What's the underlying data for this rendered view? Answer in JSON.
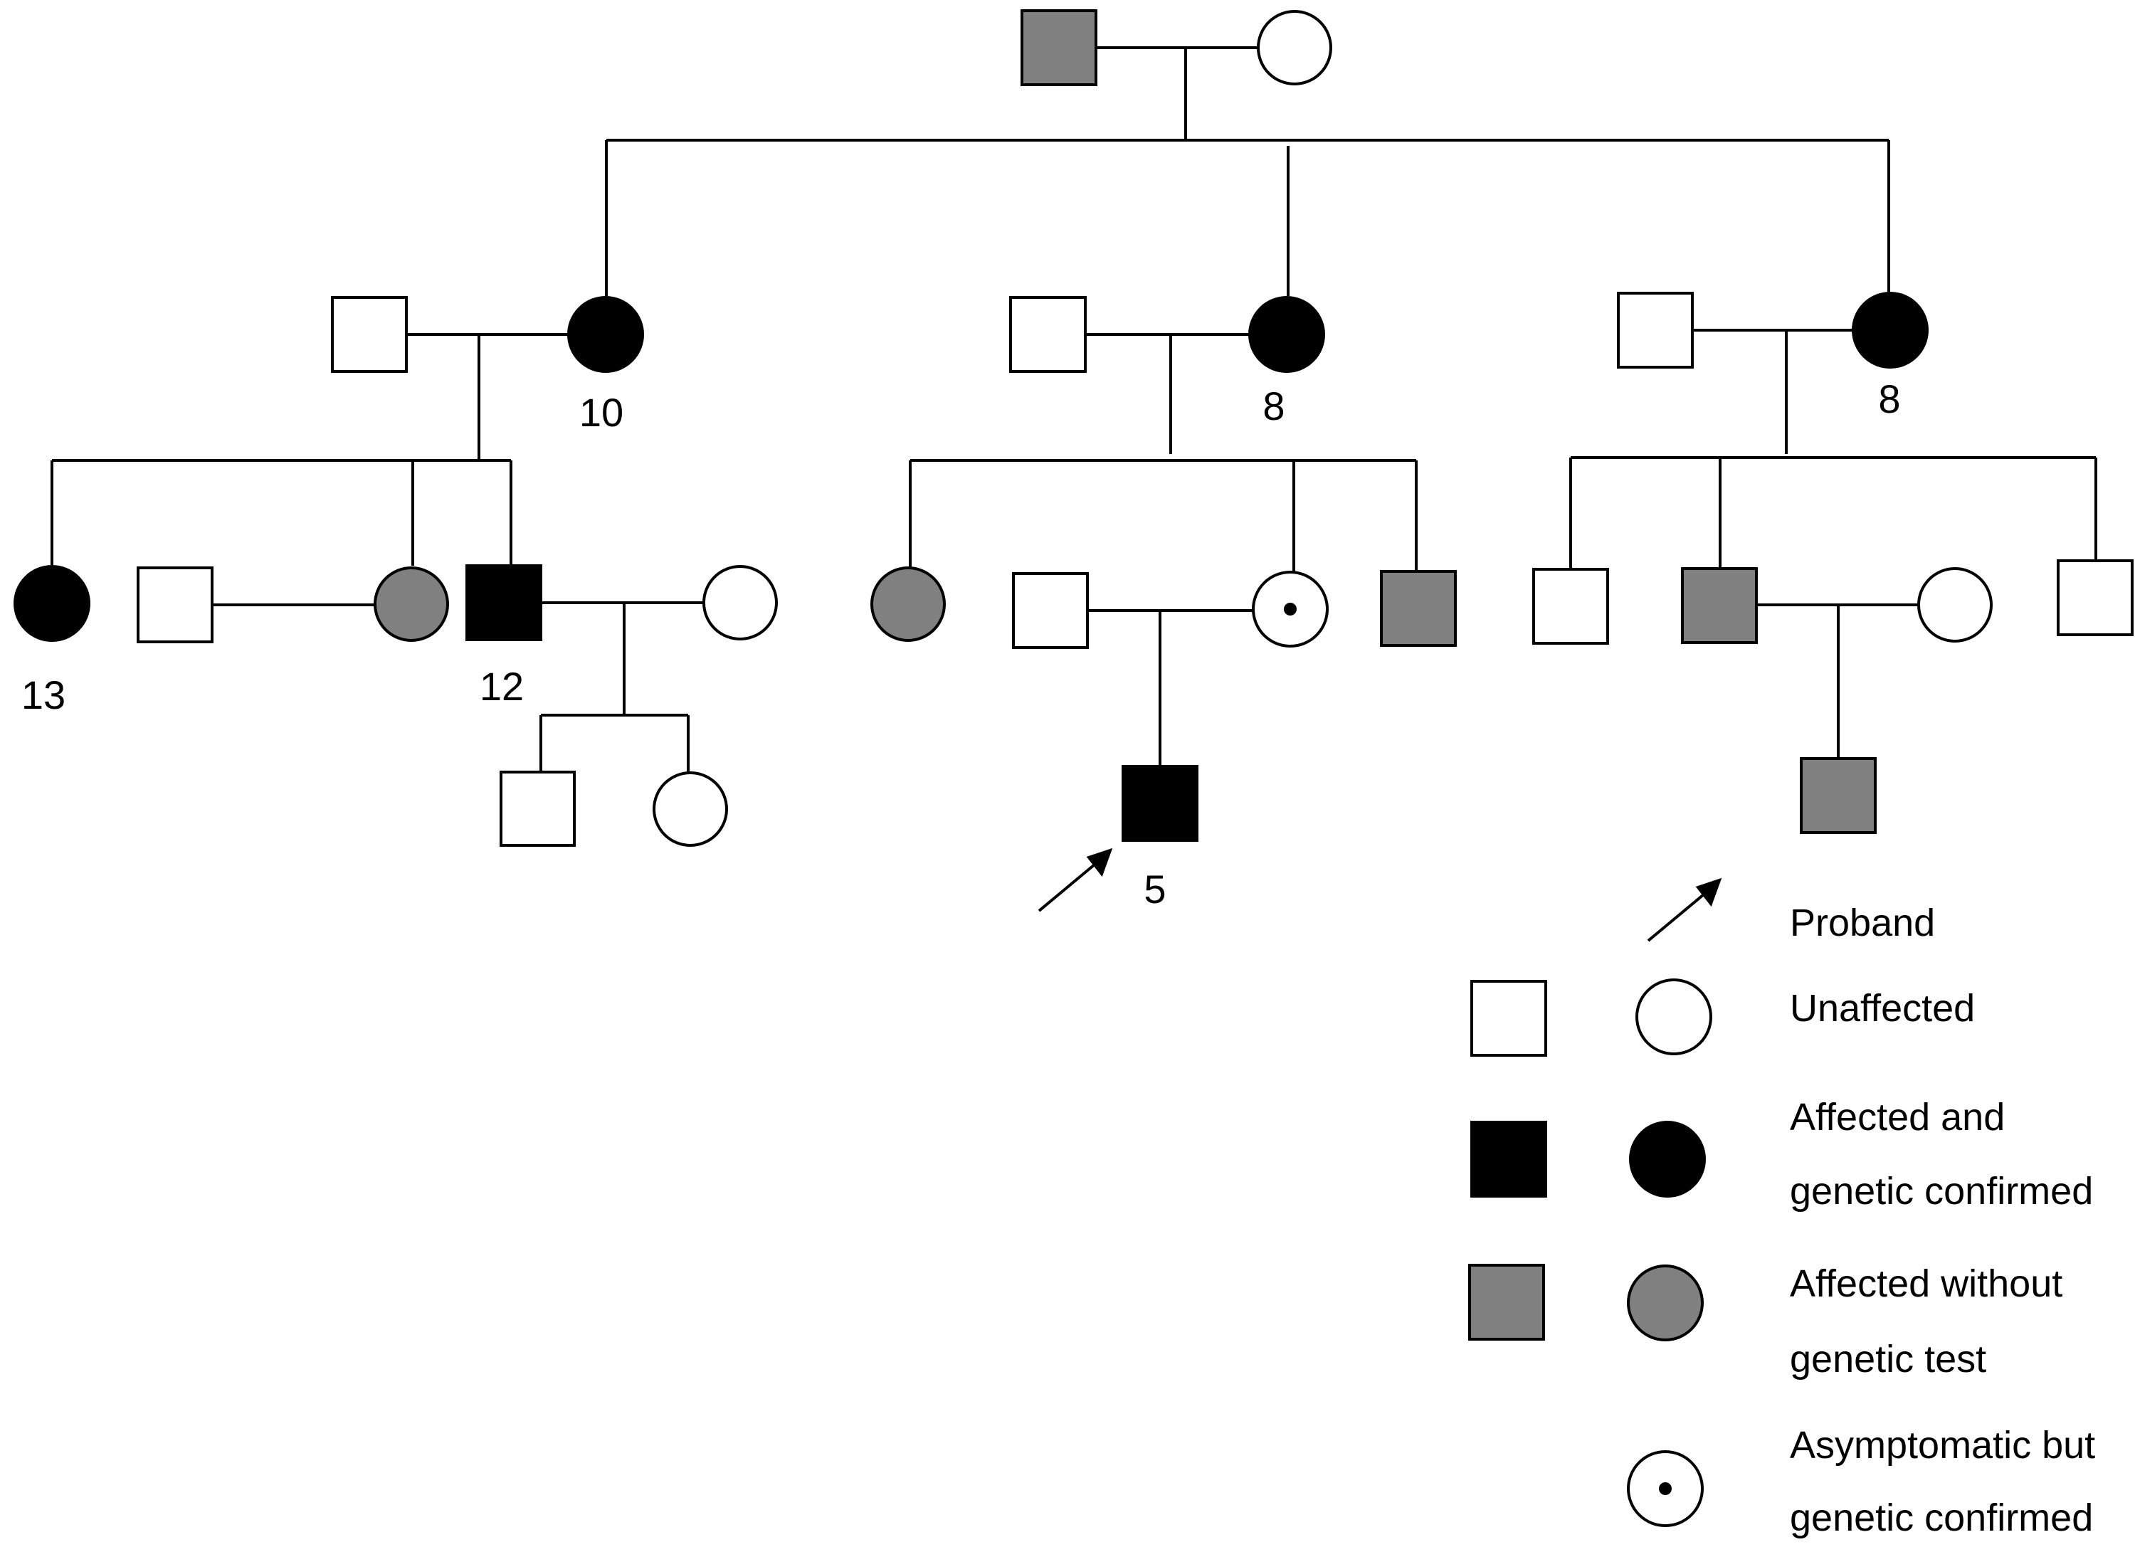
{
  "ages": {
    "gen2_left_female": "10",
    "gen2_middle_female": "8",
    "gen2_right_female": "8",
    "gen3_left_female": "13",
    "gen3_left_male": "12",
    "proband": "5"
  },
  "legend": {
    "proband": "Proband",
    "unaffected": "Unaffected",
    "affected_confirmed_line1": "Affected and",
    "affected_confirmed_line2": "genetic confirmed",
    "affected_untested_line1": "Affected without",
    "affected_untested_line2": "genetic test",
    "asymptomatic_line1": "Asymptomatic but",
    "asymptomatic_line2": "genetic confirmed"
  },
  "colors": {
    "line": "#000000",
    "affected_confirmed": "#000000",
    "affected_untested": "#808080",
    "unaffected": "#ffffff"
  }
}
